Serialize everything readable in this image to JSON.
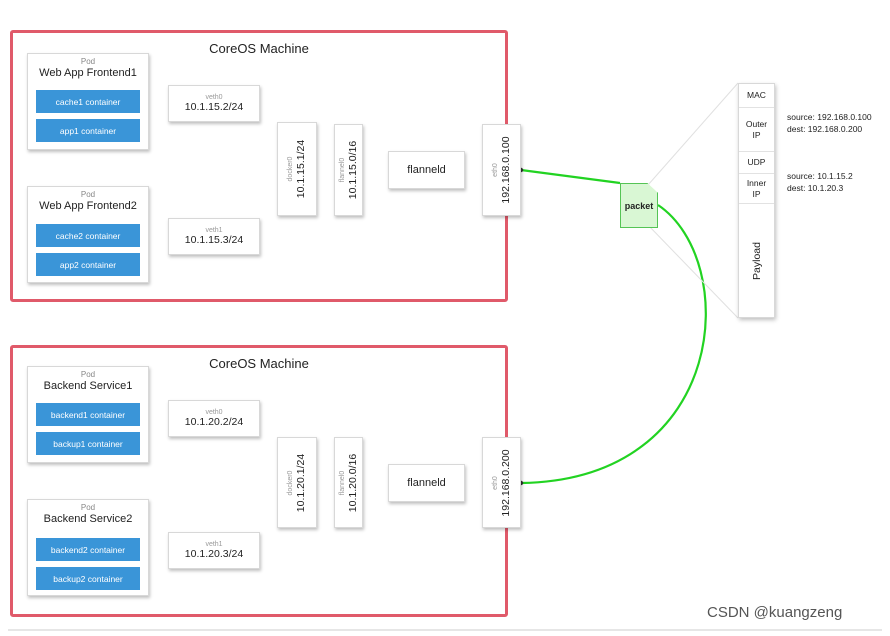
{
  "top_machine": {
    "title": "CoreOS Machine",
    "pod1": {
      "kind": "Pod",
      "name": "Web App Frontend1",
      "containers": [
        "cache1 container",
        "app1 container"
      ]
    },
    "pod2": {
      "kind": "Pod",
      "name": "Web App Frontend2",
      "containers": [
        "cache2 container",
        "app2 container"
      ]
    },
    "veth0": {
      "label": "veth0",
      "ip": "10.1.15.2/24"
    },
    "veth1": {
      "label": "veth1",
      "ip": "10.1.15.3/24"
    },
    "docker0": {
      "label": "docker0",
      "ip": "10.1.15.1/24"
    },
    "flannel_if": {
      "label": "flannel0",
      "ip": "10.1.15.0/16"
    },
    "flanneld": "flanneld",
    "eth0": {
      "label": "eth0",
      "ip": "192.168.0.100"
    }
  },
  "bottom_machine": {
    "title": "CoreOS Machine",
    "pod1": {
      "kind": "Pod",
      "name": "Backend Service1",
      "containers": [
        "backend1 container",
        "backup1 container"
      ]
    },
    "pod2": {
      "kind": "Pod",
      "name": "Backend Service2",
      "containers": [
        "backend2 container",
        "backup2 container"
      ]
    },
    "veth0": {
      "label": "veth0",
      "ip": "10.1.20.2/24"
    },
    "veth1": {
      "label": "veth1",
      "ip": "10.1.20.3/24"
    },
    "docker0": {
      "label": "docker0",
      "ip": "10.1.20.1/24"
    },
    "flannel_if": {
      "label": "flannel0",
      "ip": "10.1.20.0/16"
    },
    "flanneld": "flanneld",
    "eth0": {
      "label": "eth0",
      "ip": "192.168.0.200"
    }
  },
  "packet": {
    "icon_label": "packet",
    "rows": [
      "MAC",
      "Outer IP",
      "UDP",
      "Inner IP",
      "Payload"
    ],
    "outer_info": [
      "source: 192.168.0.100",
      "dest: 192.168.0.200"
    ],
    "inner_info": [
      "source: 10.1.15.2",
      "dest: 10.1.20.3"
    ]
  },
  "watermark": "CSDN @kuangzeng",
  "colors": {
    "machine_border": "#e05a6a",
    "container": "#3a95d8",
    "link": "#22d322",
    "packet_fill": "#d9f7d4"
  }
}
